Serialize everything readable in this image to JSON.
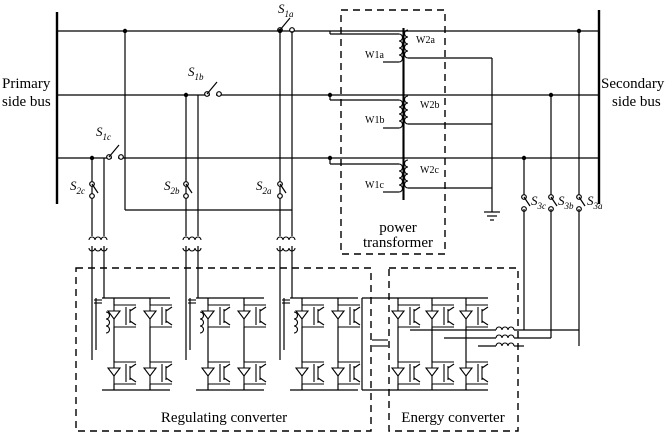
{
  "labels": {
    "primary_bus_1": "Primary",
    "primary_bus_2": "side bus",
    "secondary_bus_1": "Secondary",
    "secondary_bus_2": "side bus",
    "transformer_1": "power",
    "transformer_2": "transformer",
    "regulating_converter": "Regulating converter",
    "energy_converter": "Energy converter"
  },
  "windings": {
    "w1a": "W1a",
    "w1b": "W1b",
    "w1c": "W1c",
    "w2a": "W2a",
    "w2b": "W2b",
    "w2c": "W2c"
  },
  "switches": {
    "s1a": {
      "main": "S",
      "sub": "1a"
    },
    "s1b": {
      "main": "S",
      "sub": "1b"
    },
    "s1c": {
      "main": "S",
      "sub": "1c"
    },
    "s2a": {
      "main": "S",
      "sub": "2a"
    },
    "s2b": {
      "main": "S",
      "sub": "2b"
    },
    "s2c": {
      "main": "S",
      "sub": "2c"
    },
    "s3a": {
      "main": "S",
      "sub": "3a"
    },
    "s3b": {
      "main": "S",
      "sub": "3b"
    },
    "s3c": {
      "main": "S",
      "sub": "3c"
    }
  }
}
